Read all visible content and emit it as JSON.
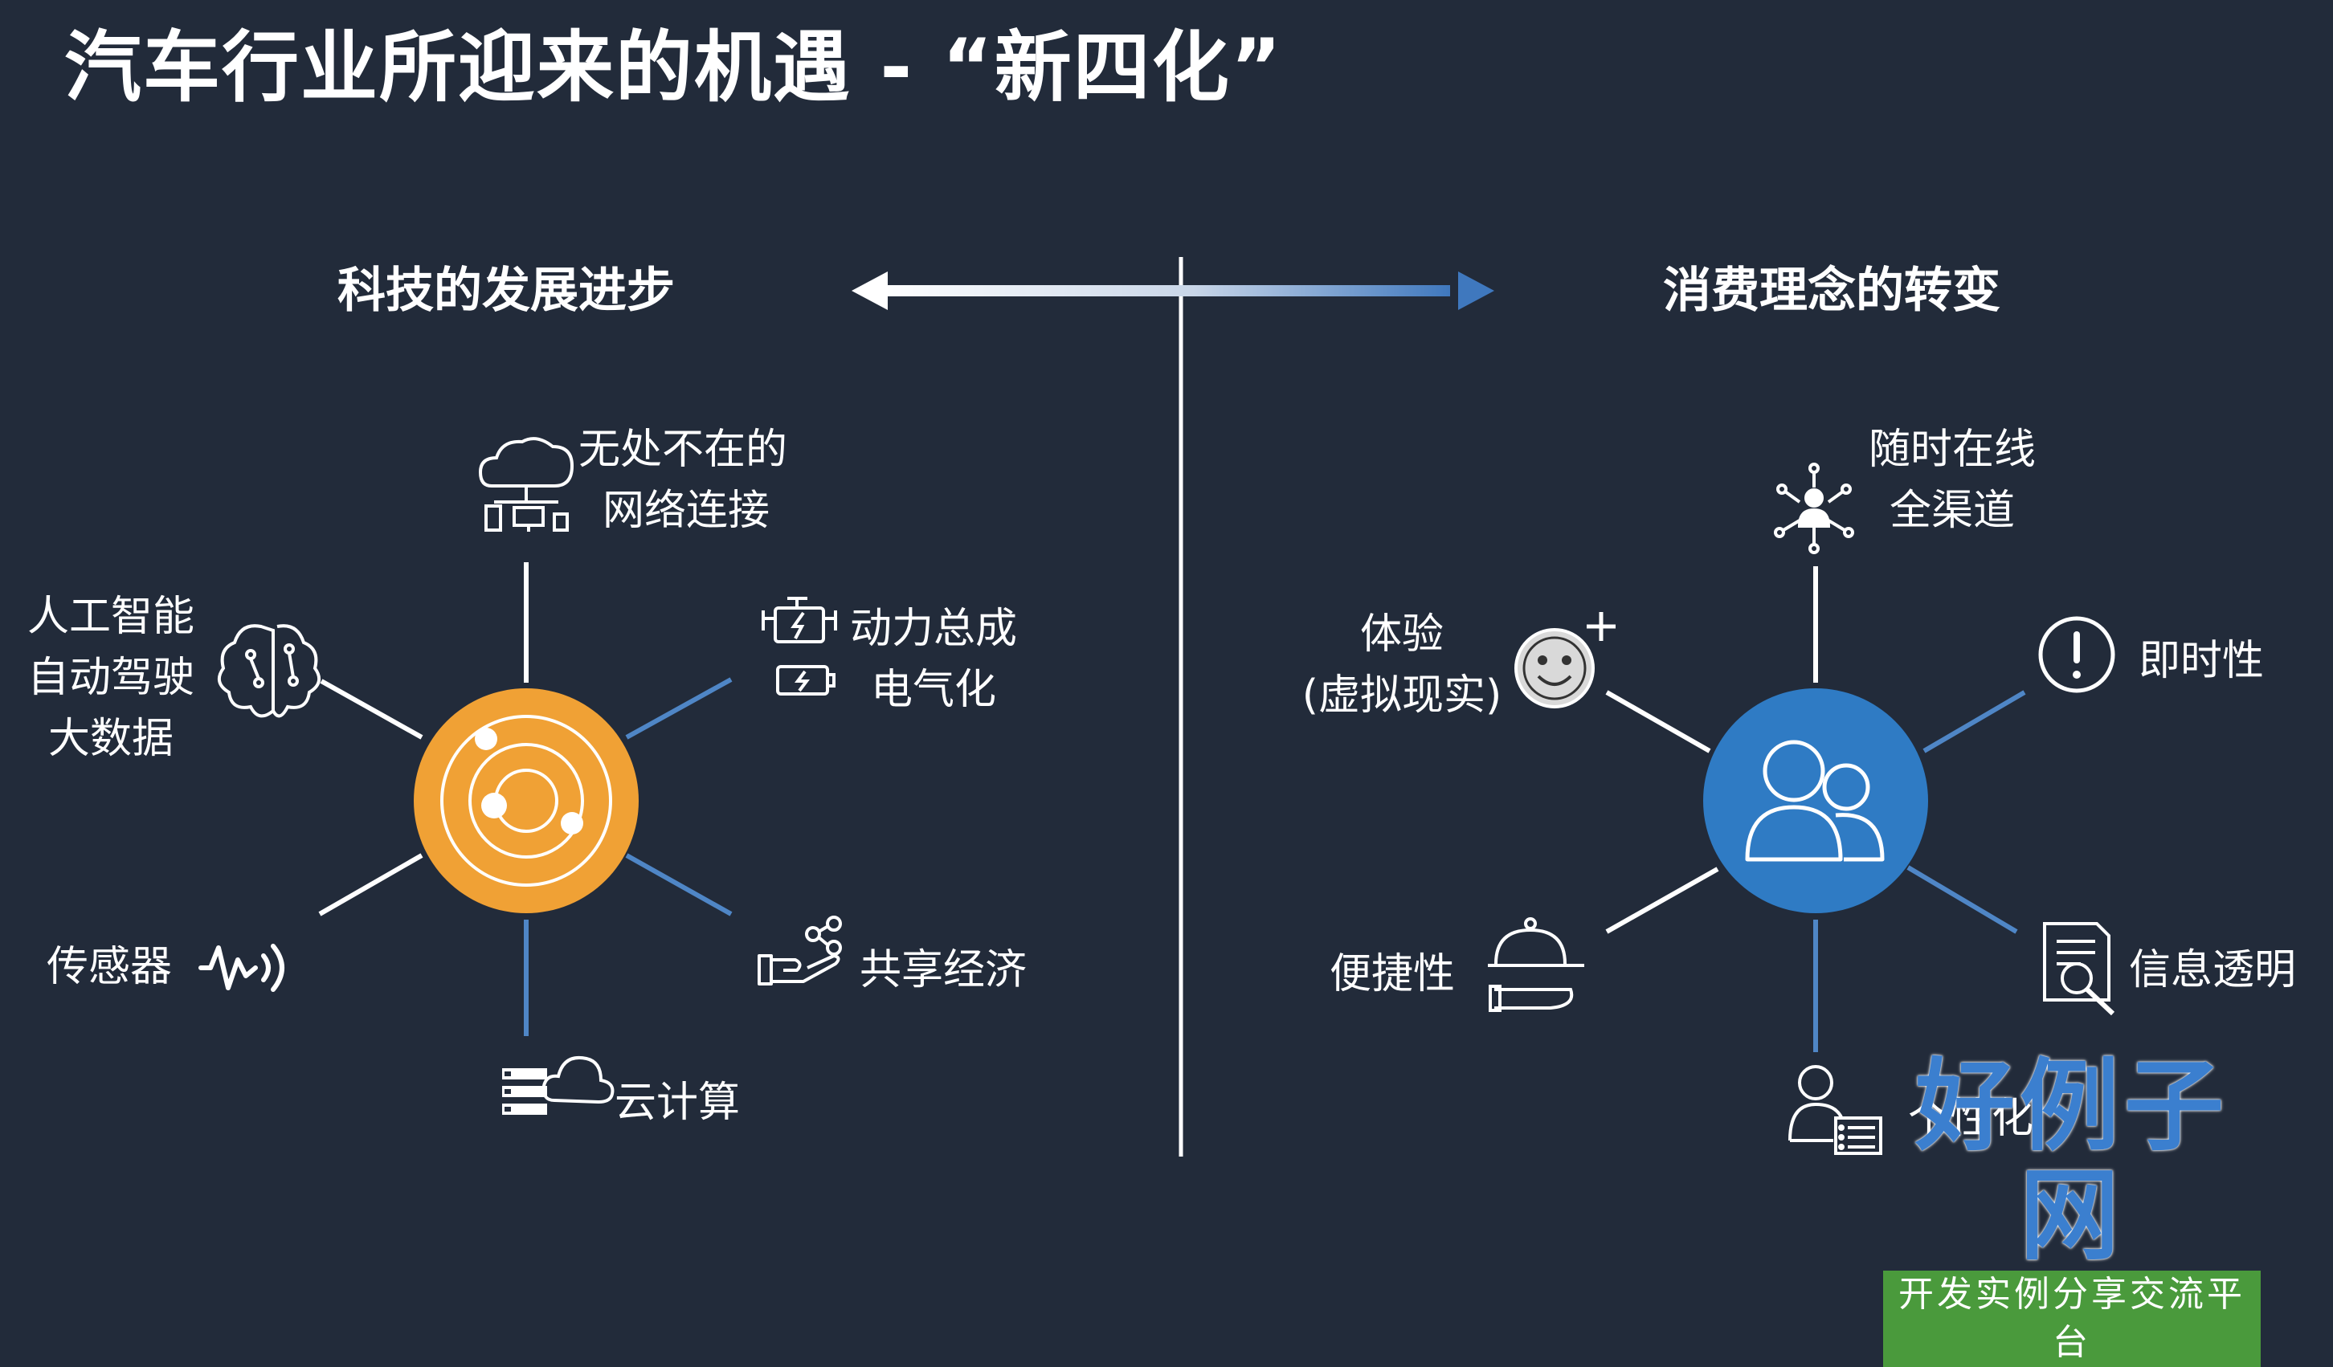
{
  "title": "汽车行业所迎来的机遇 - “新四化”",
  "left": {
    "heading": "科技的发展进步",
    "labels": {
      "network": [
        "无处不在的",
        "网络连接"
      ],
      "ai": [
        "人工智能",
        "自动驾驶",
        "大数据"
      ],
      "powertrain": [
        "动力总成",
        "电气化"
      ],
      "sensor": "传感器",
      "sharing": "共享经济",
      "cloud": "云计算"
    },
    "icons": [
      "cloud-network-icon",
      "brain-icon",
      "engine-icon",
      "battery-icon",
      "sensor-wave-icon",
      "sharing-hand-icon",
      "server-cloud-icon",
      "orbit-icon"
    ],
    "hub_color": "#f0a135"
  },
  "right": {
    "heading": "消费理念的转变",
    "labels": {
      "online": [
        "随时在线",
        "全渠道"
      ],
      "experience": [
        "体验",
        "(虚拟现实)"
      ],
      "instant": "即时性",
      "convenience": "便捷性",
      "transparency": "信息透明",
      "personal": "个性化"
    },
    "icons": [
      "network-person-icon",
      "smiley-plus-icon",
      "exclamation-icon",
      "serving-tray-icon",
      "document-search-icon",
      "person-list-icon",
      "users-icon"
    ],
    "hub_color": "#2f7bc4"
  },
  "watermark": {
    "logo": "好例子网",
    "tagline": "开发实例分享交流平台"
  },
  "colors": {
    "background": "#222b3a",
    "white_line": "#ffffff",
    "blue_line": "#4f86c6"
  }
}
